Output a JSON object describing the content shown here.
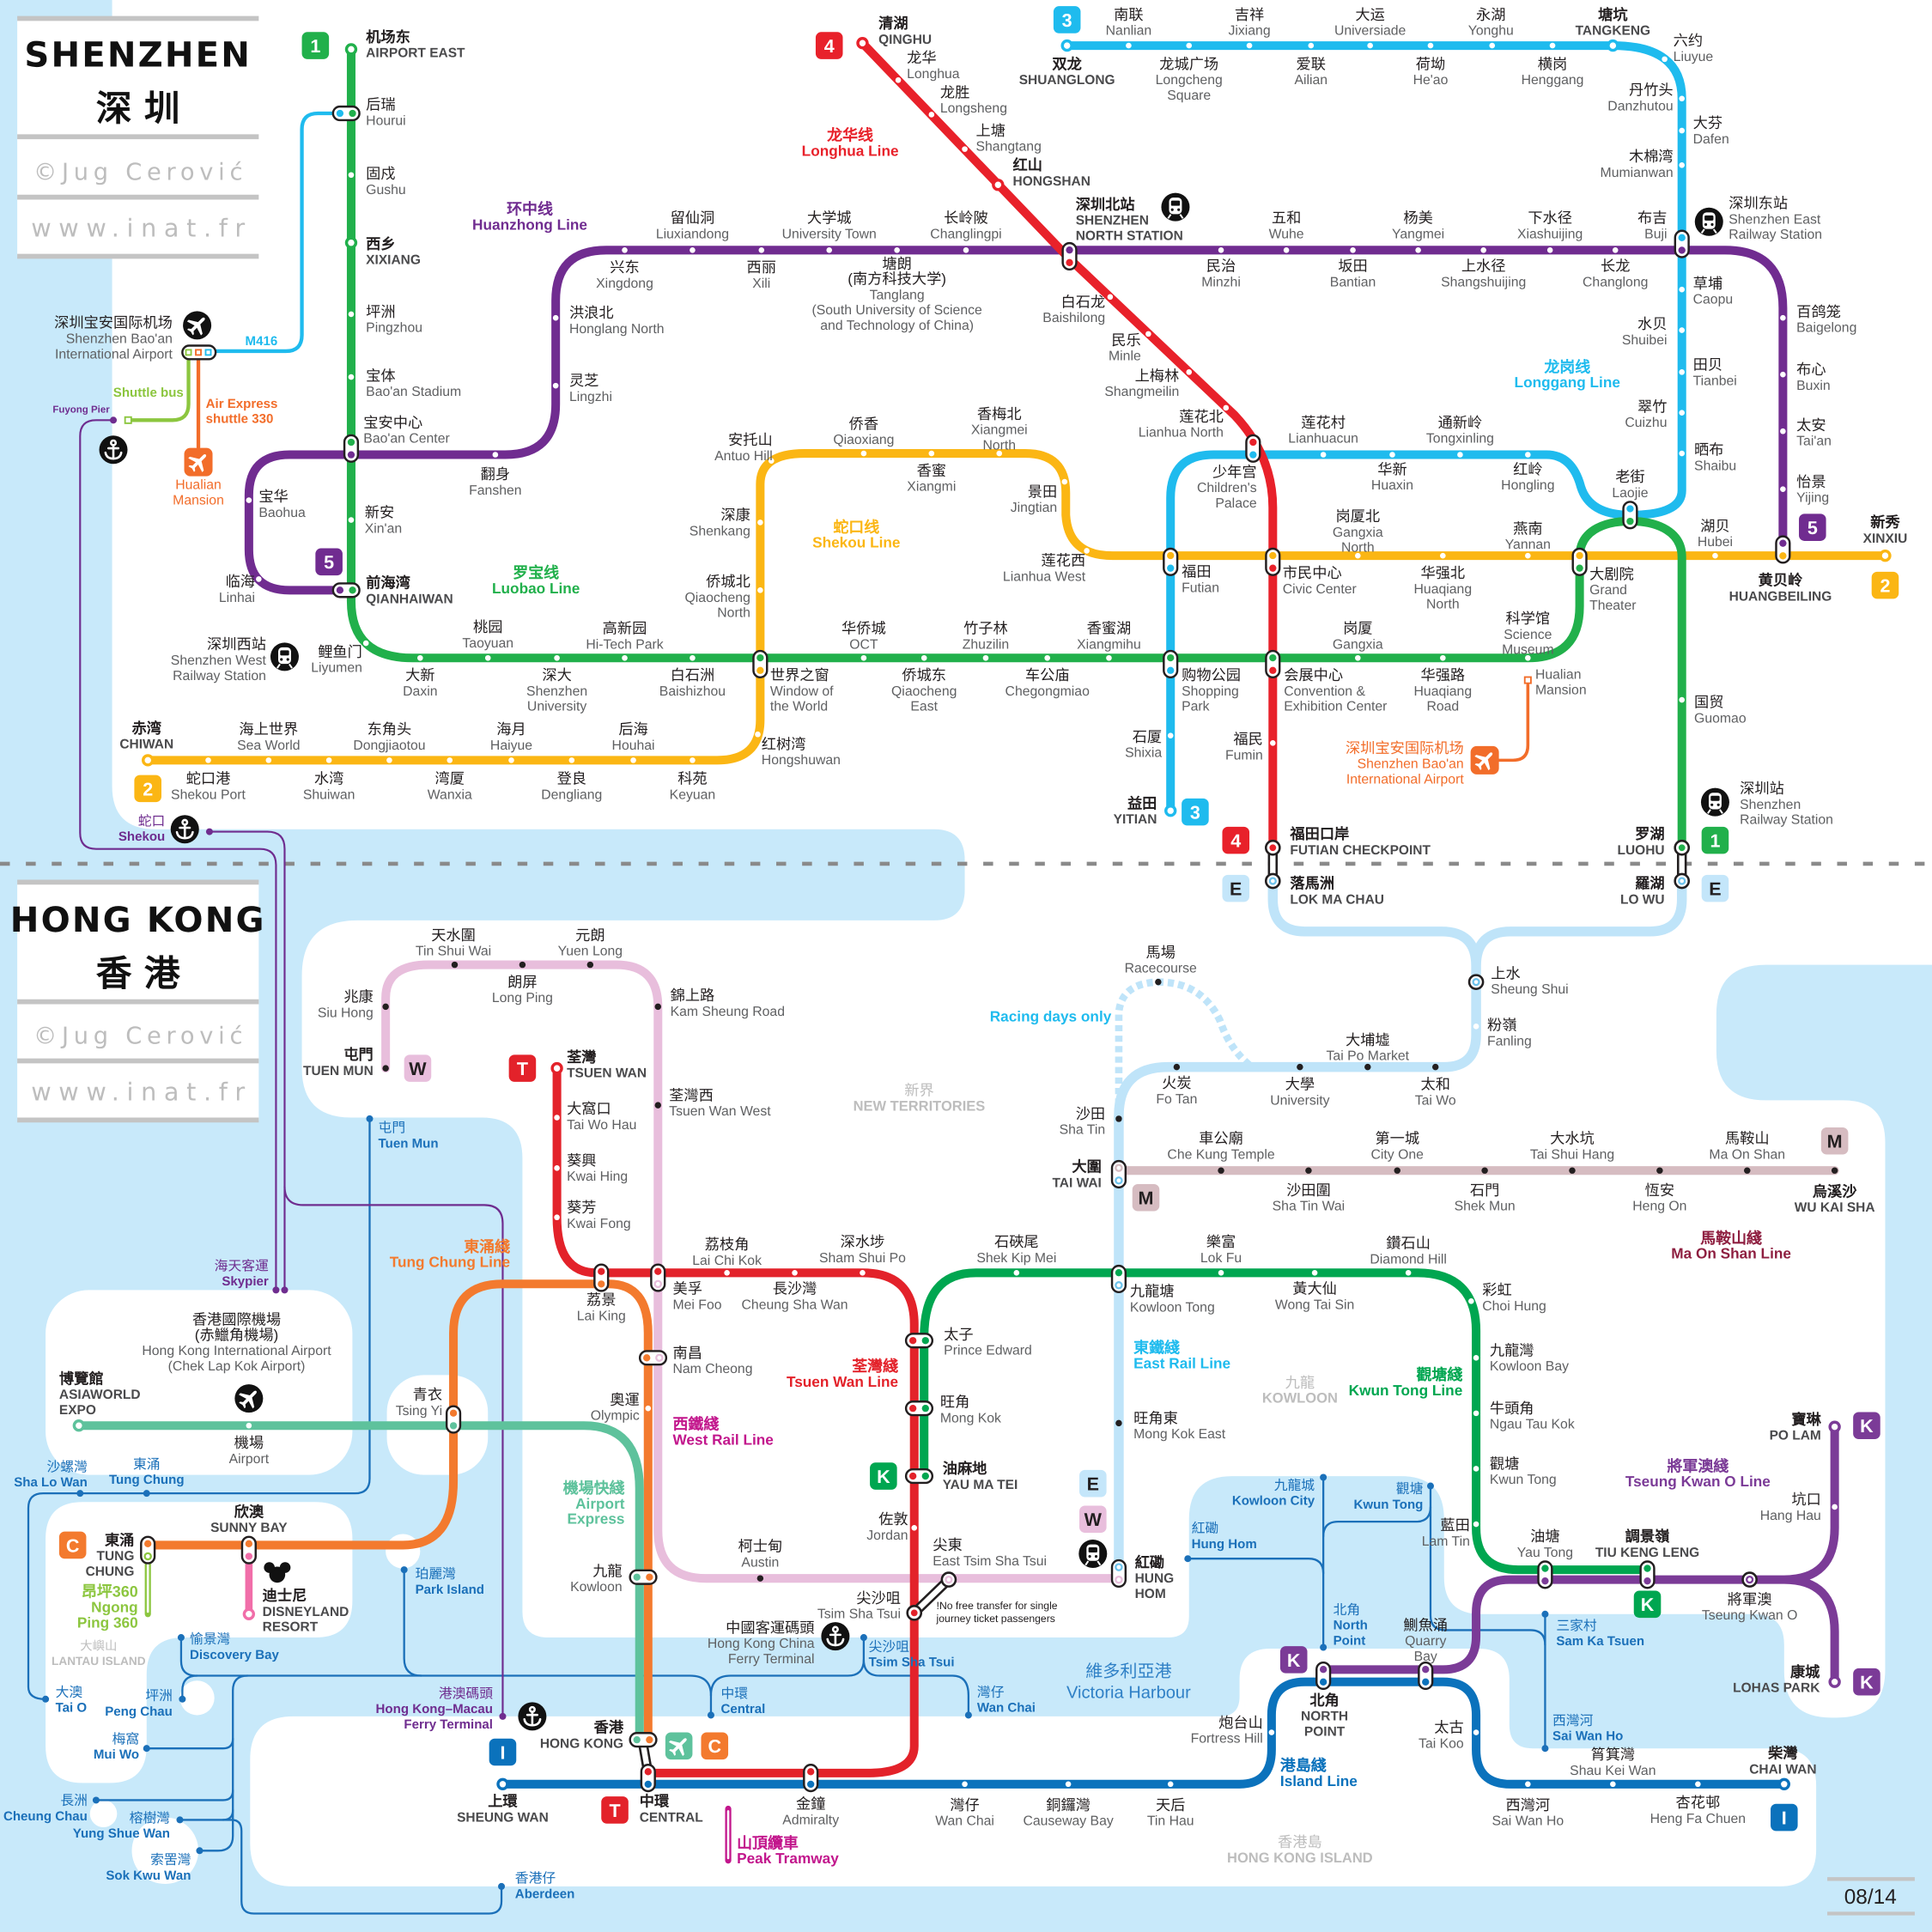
{
  "shenzhen": {
    "title": "SHENZHEN",
    "title_cn": "深圳",
    "credit": "©Jug Cerović",
    "website": "www.inat.fr"
  },
  "hong_kong": {
    "title": "HONG KONG",
    "title_cn": "香港",
    "credit": "©Jug Cerović",
    "website": "www.inat.fr"
  },
  "edition": "08/14",
  "icons": {
    "airport": "airplane-icon",
    "ferry_pier": "anchor-icon",
    "railway_station": "train-icon",
    "disneyland": "mickey-icon",
    "airport_express": "airplane-icon"
  },
  "colors": {
    "water": "#c8e9fa",
    "land": "#ffffff",
    "ink": "#231f20",
    "border": "#8a8a8a",
    "rule": "#c4c4c4",
    "sz1": "#21b04b",
    "sz2": "#fbb614",
    "sz3": "#1fbbee",
    "sz4": "#e8212a",
    "sz5": "#702c90",
    "hk_erl": "#bfe4f9",
    "hk_erl_badge": "#c4e6fa",
    "erl_dot": "#6ec3ec",
    "hk_wr": "#e8bedc",
    "hk_wr_badge": "#e8bedc",
    "hk_wr_label": "#c2168c",
    "hk_mos": "#d6bcc1",
    "hk_mos_badge": "#d6bcc1",
    "hk_mos_label": "#8e1f40",
    "hk_tw": "#e3222a",
    "hk_kt": "#00a650",
    "hk_tko": "#7b3b97",
    "hk_isl": "#0b72bc",
    "hk_tc": "#f37a2e",
    "hk_ae": "#5ec29c",
    "hk_drl": "#f16ea9",
    "hk_np360": "#8cc63f",
    "peak": "#c2168c",
    "ferry": "#1b70b9",
    "ferry_purple": "#6f2d8f",
    "m416": "#1fbbee",
    "shuttle": "#8cc63f",
    "air_express": "#f26d2a",
    "racing": "#1fbbee",
    "region": "#bdbdbd",
    "harbour": "#2f80c6"
  },
  "lines": {
    "sz1": {
      "badge": "1",
      "name": [
        "罗宝线",
        "Luobao Line"
      ]
    },
    "sz2": {
      "badge": "2",
      "name": [
        "蛇口线",
        "Shekou Line"
      ]
    },
    "sz3": {
      "badge": "3",
      "name": [
        "龙岗线",
        "Longgang Line"
      ]
    },
    "sz4": {
      "badge": "4",
      "name": [
        "龙华线",
        "Longhua Line"
      ]
    },
    "sz5": {
      "badge": "5",
      "name": [
        "环中线",
        "Huanzhong Line"
      ]
    },
    "hk_erl": {
      "badge": "E",
      "name": [
        "東鐵綫",
        "East Rail Line"
      ]
    },
    "hk_wr": {
      "badge": "W",
      "name": [
        "西鐵綫",
        "West Rail Line"
      ]
    },
    "hk_mos": {
      "badge": "M",
      "name": [
        "馬鞍山綫",
        "Ma On Shan Line"
      ]
    },
    "hk_tw": {
      "badge": "T",
      "name": [
        "荃灣綫",
        "Tsuen Wan Line"
      ]
    },
    "hk_kt": {
      "badge": "K",
      "name": [
        "觀塘綫",
        "Kwun Tong Line"
      ]
    },
    "hk_tko": {
      "badge": "K",
      "name": [
        "將軍澳綫",
        "Tseung Kwan O Line"
      ]
    },
    "hk_isl": {
      "badge": "I",
      "name": [
        "港島綫",
        "Island Line"
      ]
    },
    "hk_tc": {
      "badge": "C",
      "name": [
        "東涌綫",
        "Tung Chung Line"
      ]
    },
    "hk_ae": {
      "name": [
        "機場快綫",
        "Airport",
        "Express"
      ]
    },
    "hk_np360": {
      "name": [
        "昂坪360",
        "Ngong",
        "Ping 360"
      ]
    },
    "hk_peak": {
      "name": [
        "山頂纜車",
        "Peak Tramway"
      ]
    },
    "m416": {
      "name": "M416"
    },
    "shuttle": {
      "name": "Shuttle bus"
    },
    "air_express": {
      "name": [
        "Air Express",
        "shuttle 330"
      ]
    }
  },
  "sz": {
    "airport_east": [
      "机场东",
      "AIRPORT EAST"
    ],
    "hourui": [
      "后瑞",
      "Hourui"
    ],
    "gushu": [
      "固戍",
      "Gushu"
    ],
    "xixiang": [
      "西乡",
      "XIXIANG"
    ],
    "pingzhou": [
      "坪洲",
      "Pingzhou"
    ],
    "baoan_stadium": [
      "宝体",
      "Bao'an Stadium"
    ],
    "baoan_center": [
      "宝安中心",
      "Bao'an Center"
    ],
    "xinan": [
      "新安",
      "Xin'an"
    ],
    "qianhaiwan": [
      "前海湾",
      "QIANHAIWAN"
    ],
    "liyumen": [
      "鲤鱼门",
      "Liyumen"
    ],
    "daxin": [
      "大新",
      "Daxin"
    ],
    "taoyuan": [
      "桃园",
      "Taoyuan"
    ],
    "shenzhen_university": [
      "深大",
      "Shenzhen",
      "University"
    ],
    "hitech_park": [
      "高新园",
      "Hi-Tech Park"
    ],
    "baishizhou": [
      "白石洲",
      "Baishizhou"
    ],
    "window_of_the_world": [
      "世界之窗",
      "Window of",
      "the World"
    ],
    "oct": [
      "华侨城",
      "OCT"
    ],
    "qiaocheng_east": [
      "侨城东",
      "Qiaocheng",
      "East"
    ],
    "zhuzilin": [
      "竹子林",
      "Zhuzilin"
    ],
    "chegongmiao": [
      "车公庙",
      "Chegongmiao"
    ],
    "xiangmihu": [
      "香蜜湖",
      "Xiangmihu"
    ],
    "shopping_park": [
      "购物公园",
      "Shopping",
      "Park"
    ],
    "convention_center": [
      "会展中心",
      "Convention &",
      "Exhibition Center"
    ],
    "gangxia": [
      "岗厦",
      "Gangxia"
    ],
    "huaqiang_road": [
      "华强路",
      "Huaqiang",
      "Road"
    ],
    "science_museum": [
      "科学馆",
      "Science",
      "Museum"
    ],
    "grand_theater": [
      "大剧院",
      "Grand",
      "Theater"
    ],
    "guomao": [
      "国贸",
      "Guomao"
    ],
    "luohu": [
      "罗湖",
      "LUOHU"
    ],
    "chiwan": [
      "赤湾",
      "CHIWAN"
    ],
    "shekou_port": [
      "蛇口港",
      "Shekou Port"
    ],
    "sea_world": [
      "海上世界",
      "Sea World"
    ],
    "shuiwan": [
      "水湾",
      "Shuiwan"
    ],
    "dongjiaotou": [
      "东角头",
      "Dongjiaotou"
    ],
    "wanxia": [
      "湾厦",
      "Wanxia"
    ],
    "haiyue": [
      "海月",
      "Haiyue"
    ],
    "dengliang": [
      "登良",
      "Dengliang"
    ],
    "houhai": [
      "后海",
      "Houhai"
    ],
    "keyuan": [
      "科苑",
      "Keyuan"
    ],
    "hongshuwan": [
      "红树湾",
      "Hongshuwan"
    ],
    "shenkang": [
      "深康",
      "Shenkang"
    ],
    "qiaocheng_north": [
      "侨城北",
      "Qiaocheng",
      "North"
    ],
    "antuo_hill": [
      "安托山",
      "Antuo Hill"
    ],
    "qiaoxiang": [
      "侨香",
      "Qiaoxiang"
    ],
    "xiangmi": [
      "香蜜",
      "Xiangmi"
    ],
    "xiangmei_north": [
      "香梅北",
      "Xiangmei",
      "North"
    ],
    "jingtian": [
      "景田",
      "Jingtian"
    ],
    "lianhua_west": [
      "莲花西",
      "Lianhua West"
    ],
    "futian": [
      "福田",
      "Futian"
    ],
    "civic_center": [
      "市民中心",
      "Civic Center"
    ],
    "gangxia_north": [
      "岗厦北",
      "Gangxia",
      "North"
    ],
    "huaqiang_north": [
      "华强北",
      "Huaqiang",
      "North"
    ],
    "yannan": [
      "燕南",
      "Yannan"
    ],
    "hubei": [
      "湖贝",
      "Hubei"
    ],
    "huangbeiling": [
      "黄贝岭",
      "HUANGBEILING"
    ],
    "xinxiu": [
      "新秀",
      "XINXIU"
    ],
    "shuanglong": [
      "双龙",
      "SHUANGLONG"
    ],
    "nanlian": [
      "南联",
      "Nanlian"
    ],
    "longcheng_square": [
      "龙城广场",
      "Longcheng",
      "Square"
    ],
    "jixiang": [
      "吉祥",
      "Jixiang"
    ],
    "ailian": [
      "爱联",
      "Ailian"
    ],
    "universiade": [
      "大运",
      "Universiade"
    ],
    "heao": [
      "荷坳",
      "He'ao"
    ],
    "yonghu": [
      "永湖",
      "Yonghu"
    ],
    "henggang": [
      "横岗",
      "Henggang"
    ],
    "tangkeng": [
      "塘坑",
      "TANGKENG"
    ],
    "liuyue": [
      "六约",
      "Liuyue"
    ],
    "danzhutou": [
      "丹竹头",
      "Danzhutou"
    ],
    "dafen": [
      "大芬",
      "Dafen"
    ],
    "mumianwan": [
      "木棉湾",
      "Mumianwan"
    ],
    "buji": [
      "布吉",
      "Buji"
    ],
    "caopu": [
      "草埔",
      "Caopu"
    ],
    "shuibei": [
      "水贝",
      "Shuibei"
    ],
    "tianbei": [
      "田贝",
      "Tianbei"
    ],
    "cuizhu": [
      "翠竹",
      "Cuizhu"
    ],
    "shaibu": [
      "晒布",
      "Shaibu"
    ],
    "laojie": [
      "老街",
      "Laojie"
    ],
    "lianhuacun": [
      "莲花村",
      "Lianhuacun"
    ],
    "huaxin": [
      "华新",
      "Huaxin"
    ],
    "tongxinling": [
      "通新岭",
      "Tongxinling"
    ],
    "hongling": [
      "红岭",
      "Hongling"
    ],
    "childrens_palace": [
      "少年宫",
      "Children's",
      "Palace"
    ],
    "shixia": [
      "石厦",
      "Shixia"
    ],
    "yitian": [
      "益田",
      "YITIAN"
    ],
    "qinghu": [
      "清湖",
      "QINGHU"
    ],
    "longhua": [
      "龙华",
      "Longhua"
    ],
    "longsheng": [
      "龙胜",
      "Longsheng"
    ],
    "shangtang": [
      "上塘",
      "Shangtang"
    ],
    "hongshan": [
      "红山",
      "HONGSHAN"
    ],
    "shenzhen_north": [
      "深圳北站",
      "SHENZHEN",
      "NORTH STATION"
    ],
    "baishilong": [
      "白石龙",
      "Baishilong"
    ],
    "minle": [
      "民乐",
      "Minle"
    ],
    "shangmeilin": [
      "上梅林",
      "Shangmeilin"
    ],
    "lianhua_north": [
      "莲花北",
      "Lianhua North"
    ],
    "fumin": [
      "福民",
      "Fumin"
    ],
    "futian_checkpoint": [
      "福田口岸",
      "FUTIAN CHECKPOINT"
    ],
    "linhai": [
      "临海",
      "Linhai"
    ],
    "baohua": [
      "宝华",
      "Baohua"
    ],
    "fanshen": [
      "翻身",
      "Fanshen"
    ],
    "honglang_north": [
      "洪浪北",
      "Honglang North"
    ],
    "lingzhi": [
      "灵芝",
      "Lingzhi"
    ],
    "xingdong": [
      "兴东",
      "Xingdong"
    ],
    "liuxiandong": [
      "留仙洞",
      "Liuxiandong"
    ],
    "xili": [
      "西丽",
      "Xili"
    ],
    "university_town": [
      "大学城",
      "University Town"
    ],
    "tanglang": [
      "塘朗",
      "(南方科技大学)",
      "Tanglang",
      "(South University of Science",
      "and Technology of China)"
    ],
    "changlingpi": [
      "长岭陂",
      "Changlingpi"
    ],
    "minzhi": [
      "民治",
      "Minzhi"
    ],
    "wuhe": [
      "五和",
      "Wuhe"
    ],
    "bantian": [
      "坂田",
      "Bantian"
    ],
    "yangmei": [
      "杨美",
      "Yangmei"
    ],
    "shangshuijing": [
      "上水径",
      "Shangshuijing"
    ],
    "xiashuijing": [
      "下水径",
      "Xiashuijing"
    ],
    "changlong": [
      "长龙",
      "Changlong"
    ],
    "baigelong": [
      "百鸽笼",
      "Baigelong"
    ],
    "buxin": [
      "布心",
      "Buxin"
    ],
    "taian": [
      "太安",
      "Tai'an"
    ],
    "yijing": [
      "怡景",
      "Yijing"
    ]
  },
  "hk": {
    "lok_ma_chau": [
      "落馬洲",
      "LOK MA CHAU"
    ],
    "lo_wu": [
      "羅湖",
      "LO WU"
    ],
    "sheung_shui": [
      "上水",
      "Sheung Shui"
    ],
    "fanling": [
      "粉嶺",
      "Fanling"
    ],
    "tai_wo": [
      "太和",
      "Tai Wo"
    ],
    "tai_po_market": [
      "大埔墟",
      "Tai Po Market"
    ],
    "university": [
      "大學",
      "University"
    ],
    "fo_tan": [
      "火炭",
      "Fo Tan"
    ],
    "racecourse": [
      "馬場",
      "Racecourse"
    ],
    "sha_tin": [
      "沙田",
      "Sha Tin"
    ],
    "tai_wai": [
      "大圍",
      "TAI WAI"
    ],
    "kowloon_tong": [
      "九龍塘",
      "Kowloon Tong"
    ],
    "mong_kok_east": [
      "旺角東",
      "Mong Kok East"
    ],
    "hung_hom": [
      "紅磡",
      "HUNG",
      "HOM"
    ],
    "che_kung_temple": [
      "車公廟",
      "Che Kung Temple"
    ],
    "sha_tin_wai": [
      "沙田圍",
      "Sha Tin Wai"
    ],
    "city_one": [
      "第一城",
      "City One"
    ],
    "shek_mun": [
      "石門",
      "Shek Mun"
    ],
    "tai_shui_hang": [
      "大水坑",
      "Tai Shui Hang"
    ],
    "heng_on": [
      "恆安",
      "Heng On"
    ],
    "ma_on_shan": [
      "馬鞍山",
      "Ma On Shan"
    ],
    "wu_kai_sha": [
      "烏溪沙",
      "WU KAI SHA"
    ],
    "shek_kip_mei": [
      "石硤尾",
      "Shek Kip Mei"
    ],
    "lok_fu": [
      "樂富",
      "Lok Fu"
    ],
    "wong_tai_sin": [
      "黃大仙",
      "Wong Tai Sin"
    ],
    "diamond_hill": [
      "鑽石山",
      "Diamond Hill"
    ],
    "choi_hung": [
      "彩虹",
      "Choi Hung"
    ],
    "kowloon_bay": [
      "九龍灣",
      "Kowloon Bay"
    ],
    "ngau_tau_kok": [
      "牛頭角",
      "Ngau Tau Kok"
    ],
    "kwun_tong": [
      "觀塘",
      "Kwun Tong"
    ],
    "lam_tin": [
      "藍田",
      "Lam Tin"
    ],
    "yau_tong": [
      "油塘",
      "Yau Tong"
    ],
    "tiu_keng_leng": [
      "調景嶺",
      "TIU KENG LENG"
    ],
    "tseung_kwan_o": [
      "將軍澳",
      "Tseung Kwan O"
    ],
    "po_lam": [
      "寶琳",
      "PO LAM"
    ],
    "hang_hau": [
      "坑口",
      "Hang Hau"
    ],
    "lohas_park": [
      "康城",
      "LOHAS PARK"
    ],
    "tuen_mun": [
      "屯門",
      "TUEN MUN"
    ],
    "siu_hong": [
      "兆康",
      "Siu Hong"
    ],
    "tin_shui_wai": [
      "天水圍",
      "Tin Shui Wai"
    ],
    "long_ping": [
      "朗屏",
      "Long Ping"
    ],
    "yuen_long": [
      "元朗",
      "Yuen Long"
    ],
    "kam_sheung_road": [
      "錦上路",
      "Kam Sheung Road"
    ],
    "tsuen_wan_west": [
      "荃灣西",
      "Tsuen Wan West"
    ],
    "tsuen_wan": [
      "荃灣",
      "TSUEN WAN"
    ],
    "tai_wo_hau": [
      "大窩口",
      "Tai Wo Hau"
    ],
    "kwai_hing": [
      "葵興",
      "Kwai Hing"
    ],
    "kwai_fong": [
      "葵芳",
      "Kwai Fong"
    ],
    "lai_king": [
      "荔景",
      "Lai King"
    ],
    "mei_foo": [
      "美孚",
      "Mei Foo"
    ],
    "lai_chi_kok": [
      "荔枝角",
      "Lai Chi Kok"
    ],
    "cheung_sha_wan": [
      "長沙灣",
      "Cheung Sha Wan"
    ],
    "sham_shui_po": [
      "深水埗",
      "Sham Shui Po"
    ],
    "prince_edward": [
      "太子",
      "Prince Edward"
    ],
    "mong_kok": [
      "旺角",
      "Mong Kok"
    ],
    "yau_ma_tei": [
      "油麻地",
      "YAU MA TEI"
    ],
    "jordan": [
      "佐敦",
      "Jordan"
    ],
    "austin": [
      "柯士甸",
      "Austin"
    ],
    "east_tsim_sha_tsui": [
      "尖東",
      "East Tsim Sha Tsui"
    ],
    "tsim_sha_tsui": [
      "尖沙咀",
      "Tsim Sha Tsui"
    ],
    "nam_cheong": [
      "南昌",
      "Nam Cheong"
    ],
    "olympic": [
      "奧運",
      "Olympic"
    ],
    "kowloon": [
      "九龍",
      "Kowloon"
    ],
    "hong_kong": [
      "香港",
      "HONG KONG"
    ],
    "central": [
      "中環",
      "CENTRAL"
    ],
    "sheung_wan": [
      "上環",
      "SHEUNG WAN"
    ],
    "admiralty": [
      "金鐘",
      "Admiralty"
    ],
    "wan_chai": [
      "灣仔",
      "Wan Chai"
    ],
    "causeway_bay": [
      "銅鑼灣",
      "Causeway Bay"
    ],
    "tin_hau": [
      "天后",
      "Tin Hau"
    ],
    "fortress_hill": [
      "炮台山",
      "Fortress Hill"
    ],
    "north_point": [
      "北角",
      "NORTH",
      "POINT"
    ],
    "quarry_bay": [
      "鰂魚涌",
      "Quarry",
      "Bay"
    ],
    "tai_koo": [
      "太古",
      "Tai Koo"
    ],
    "sai_wan_ho": [
      "西灣河",
      "Sai Wan Ho"
    ],
    "shau_kei_wan": [
      "筲箕灣",
      "Shau Kei Wan"
    ],
    "heng_fa_chuen": [
      "杏花邨",
      "Heng Fa Chuen"
    ],
    "chai_wan": [
      "柴灣",
      "CHAI WAN"
    ],
    "tsing_yi": [
      "青衣",
      "Tsing Yi"
    ],
    "asiaworld_expo": [
      "博覽館",
      "ASIAWORLD",
      "EXPO"
    ],
    "airport": [
      "機場",
      "Airport"
    ],
    "sunny_bay": [
      "欣澳",
      "SUNNY BAY"
    ],
    "tung_chung": [
      "東涌",
      "TUNG",
      "CHUNG"
    ],
    "disneyland_resort": [
      "迪士尼",
      "DISNEYLAND",
      "RESORT"
    ]
  },
  "fy": {
    "tuen_mun": [
      "屯門",
      "Tuen Mun"
    ],
    "sha_lo_wan": [
      "沙螺灣",
      "Sha Lo Wan"
    ],
    "tung_chung": [
      "東涌",
      "Tung Chung"
    ],
    "tai_o": [
      "大澳",
      "Tai O"
    ],
    "park_island": [
      "珀麗灣",
      "Park Island"
    ],
    "discovery_bay": [
      "愉景灣",
      "Discovery Bay"
    ],
    "peng_chau": [
      "坪洲",
      "Peng Chau"
    ],
    "mui_wo": [
      "梅窩",
      "Mui Wo"
    ],
    "cheung_chau": [
      "長洲",
      "Cheung Chau"
    ],
    "yung_shue_wan": [
      "榕樹灣",
      "Yung Shue Wan"
    ],
    "sok_kwu_wan": [
      "索罟灣",
      "Sok Kwu Wan"
    ],
    "aberdeen": [
      "香港仔",
      "Aberdeen"
    ],
    "central": [
      "中環",
      "Central"
    ],
    "tsim_sha_tsui": [
      "尖沙咀",
      "Tsim Sha Tsui"
    ],
    "wan_chai": [
      "灣仔",
      "Wan Chai"
    ],
    "kowloon_city": [
      "九龍城",
      "Kowloon City"
    ],
    "kwun_tong": [
      "觀塘",
      "Kwun Tong"
    ],
    "hung_hom": [
      "紅磡",
      "Hung Hom"
    ],
    "north_point": [
      "北角",
      "North",
      "Point"
    ],
    "sam_ka_tsuen": [
      "三家村",
      "Sam Ka Tsuen"
    ],
    "sai_wan_ho": [
      "西灣河",
      "Sai Wan Ho"
    ]
  },
  "places": {
    "sz_airport_west": [
      "深圳宝安国际机场",
      "Shenzhen Bao'an",
      "International Airport"
    ],
    "fuyong_pier": [
      "Fuyong Pier"
    ],
    "hualian_mansion_west": [
      "Hualian",
      "Mansion"
    ],
    "shenzhen_west_railway_station": [
      "深圳西站",
      "Shenzhen West",
      "Railway Station"
    ],
    "shekou_ferry": [
      "蛇口",
      "Shekou"
    ],
    "shenzhen_east_railway_station": [
      "深圳东站",
      "Shenzhen East",
      "Railway Station"
    ],
    "shenzhen_railway_station": [
      "深圳站",
      "Shenzhen",
      "Railway Station"
    ],
    "sz_airport_east": [
      "深圳宝安国际机场",
      "Shenzhen Bao'an",
      "International Airport"
    ],
    "hualian_mansion_east": [
      "Hualian",
      "Mansion"
    ],
    "hk_airport": [
      "香港國際機場",
      "(赤鱲角機場)",
      "Hong Kong International Airport",
      "(Chek Lap Kok Airport)"
    ],
    "skypier": [
      "海天客運",
      "Skypier"
    ],
    "hk_macau_ferry_terminal": [
      "港澳碼頭",
      "Hong Kong–Macau",
      "Ferry Terminal"
    ],
    "china_ferry_terminal": [
      "中國客運碼頭",
      "Hong Kong China",
      "Ferry Terminal"
    ],
    "racing_days_only": [
      "Racing days only"
    ],
    "no_transfer_note": [
      "!No free transfer for single",
      "journey ticket passengers"
    ],
    "new_territories": [
      "新界",
      "NEW TERRITORIES"
    ],
    "kowloon": [
      "九龍",
      "KOWLOON"
    ],
    "hong_kong_island": [
      "香港島",
      "HONG KONG ISLAND"
    ],
    "lantau_island": [
      "大嶼山",
      "LANTAU ISLAND"
    ],
    "victoria_harbour": [
      "維多利亞港",
      "Victoria Harbour"
    ]
  }
}
